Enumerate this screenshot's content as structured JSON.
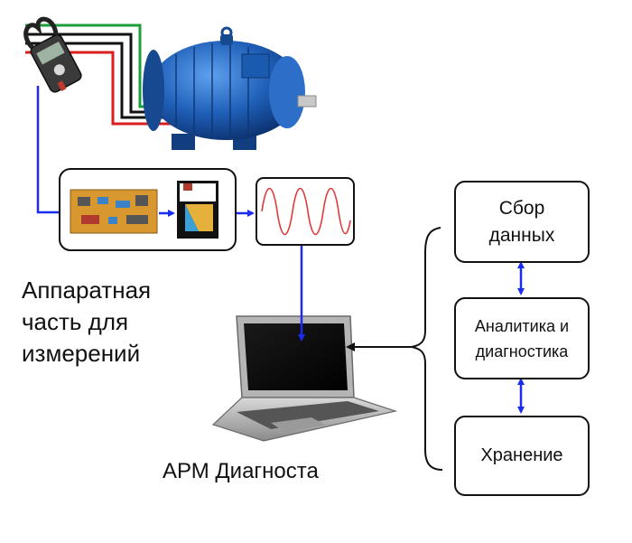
{
  "hardware_label": [
    "Аппаратная",
    "часть для",
    "измерений"
  ],
  "workstation_label": "АРМ Диагноста",
  "blocks": {
    "collect": [
      "Сбор",
      "данных"
    ],
    "analytics": [
      "Аналитика и",
      "диагностика"
    ],
    "storage": [
      "Хранение"
    ]
  },
  "colors": {
    "wire_green": "#1a9e3a",
    "wire_black": "#111111",
    "wire_red": "#d81e1e",
    "signal_blue": "#1a2cf0",
    "motor_blue": "#1f5fb8",
    "sine_red": "#e03a3a"
  }
}
